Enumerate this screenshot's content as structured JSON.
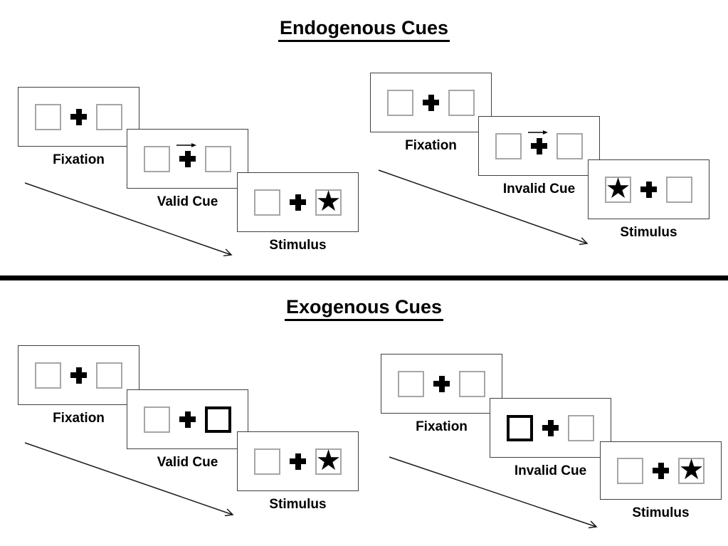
{
  "glyphs": {
    "star": "★",
    "plus": "+",
    "cue_arrow": "→"
  },
  "colors": {
    "background": "#ffffff",
    "panel_border": "#404040",
    "box_border": "#a6a6a6",
    "highlight_border": "#000000",
    "text": "#000000",
    "divider": "#000000"
  },
  "sections": [
    {
      "title": "Endogenous Cues",
      "sequences": [
        {
          "name": "valid-trial",
          "steps": [
            {
              "label": "Fixation",
              "left_box": "empty",
              "right_box": "empty",
              "cue": "none"
            },
            {
              "label": "Valid Cue",
              "left_box": "empty",
              "right_box": "empty",
              "cue": "central-arrow-pointing-right"
            },
            {
              "label": "Stimulus",
              "left_box": "empty",
              "right_box": "star",
              "cue": "none"
            }
          ]
        },
        {
          "name": "invalid-trial",
          "steps": [
            {
              "label": "Fixation",
              "left_box": "empty",
              "right_box": "empty",
              "cue": "none"
            },
            {
              "label": "Invalid Cue",
              "left_box": "empty",
              "right_box": "empty",
              "cue": "central-arrow-pointing-right"
            },
            {
              "label": "Stimulus",
              "left_box": "star",
              "right_box": "empty",
              "cue": "none"
            }
          ]
        }
      ]
    },
    {
      "title": "Exogenous Cues",
      "sequences": [
        {
          "name": "valid-trial",
          "steps": [
            {
              "label": "Fixation",
              "left_box": "empty",
              "right_box": "empty",
              "cue": "none"
            },
            {
              "label": "Valid Cue",
              "left_box": "empty",
              "right_box": "highlighted",
              "cue": "peripheral-box-highlight-right"
            },
            {
              "label": "Stimulus",
              "left_box": "empty",
              "right_box": "star",
              "cue": "none"
            }
          ]
        },
        {
          "name": "invalid-trial",
          "steps": [
            {
              "label": "Fixation",
              "left_box": "empty",
              "right_box": "empty",
              "cue": "none"
            },
            {
              "label": "Invalid Cue",
              "left_box": "highlighted",
              "right_box": "empty",
              "cue": "peripheral-box-highlight-left"
            },
            {
              "label": "Stimulus",
              "left_box": "empty",
              "right_box": "star",
              "cue": "none"
            }
          ]
        }
      ]
    }
  ]
}
